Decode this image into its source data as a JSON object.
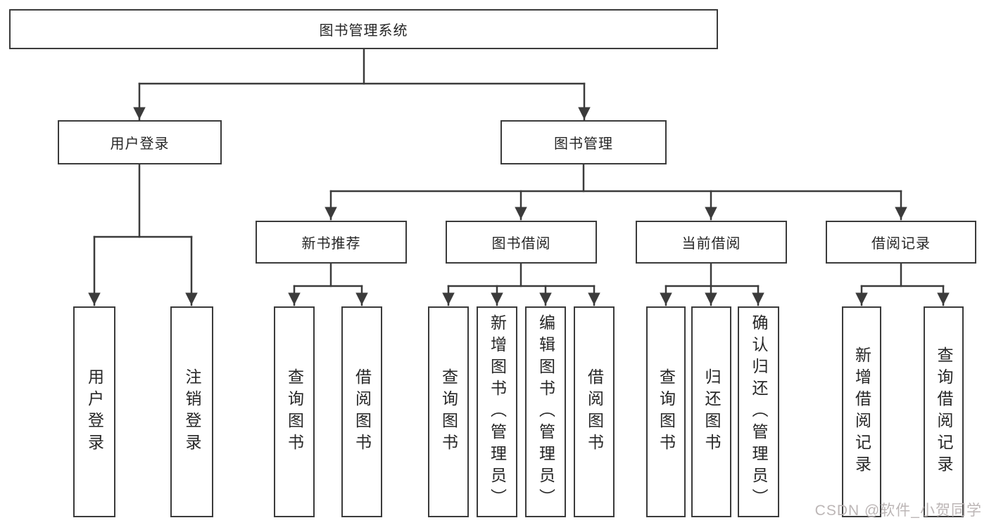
{
  "diagram": {
    "title_node": {
      "label": "图书管理系统"
    },
    "level2": [
      {
        "label": "用户登录"
      },
      {
        "label": "图书管理"
      }
    ],
    "level3": [
      {
        "label": "新书推荐"
      },
      {
        "label": "图书借阅"
      },
      {
        "label": "当前借阅"
      },
      {
        "label": "借阅记录"
      }
    ],
    "leaves": [
      {
        "parent": "用户登录",
        "label": "用户登录"
      },
      {
        "parent": "用户登录",
        "label": "注销登录"
      },
      {
        "parent": "新书推荐",
        "label": "查询图书"
      },
      {
        "parent": "新书推荐",
        "label": "借阅图书"
      },
      {
        "parent": "图书借阅",
        "label": "查询图书"
      },
      {
        "parent": "图书借阅",
        "label": "新增图书（管理员）"
      },
      {
        "parent": "图书借阅",
        "label": "编辑图书（管理员）"
      },
      {
        "parent": "图书借阅",
        "label": "借阅图书"
      },
      {
        "parent": "当前借阅",
        "label": "查询图书"
      },
      {
        "parent": "当前借阅",
        "label": "归还图书"
      },
      {
        "parent": "当前借阅",
        "label": "确认归还（管理员）"
      },
      {
        "parent": "借阅记录",
        "label": "新增借阅记录"
      },
      {
        "parent": "借阅记录",
        "label": "查询借阅记录"
      }
    ],
    "colors": {
      "line": "#3b3b3b",
      "box_border": "#3b3b3b",
      "text": "#262626",
      "background": "#ffffff",
      "watermark": "#bcb6b6"
    }
  },
  "watermark": {
    "text": "CSDN @软件_小贺同学"
  }
}
